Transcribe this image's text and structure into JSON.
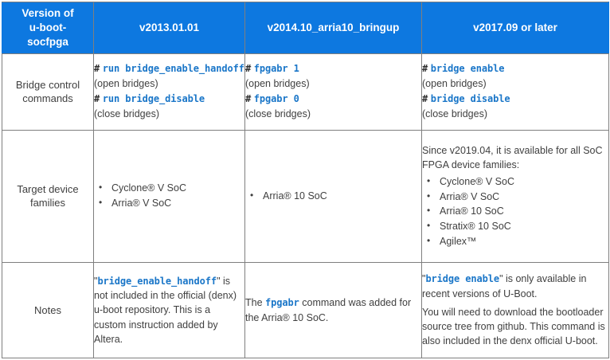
{
  "table": {
    "header": {
      "row_label_lines": [
        "Version of",
        "u-boot-",
        "socfpga"
      ],
      "columns": [
        "v2013.01.01",
        "v2014.10_arria10_bringup",
        "v2017.09 or later"
      ],
      "background_color": "#0d78e0",
      "text_color": "#ffffff"
    },
    "rows": [
      {
        "label": "Bridge control commands",
        "cells": {
          "v2013": {
            "open_prompt": "#",
            "open_cmd": "run bridge_enable_handoff",
            "open_caption": "(open bridges)",
            "close_prompt": "#",
            "close_cmd": "run bridge_disable",
            "close_caption": "(close bridges)"
          },
          "v2014": {
            "open_prompt": "#",
            "open_cmd": "fpgabr 1",
            "open_caption": "(open bridges)",
            "close_prompt": "#",
            "close_cmd": "fpgabr 0",
            "close_caption": "(close bridges)"
          },
          "v2017": {
            "open_prompt": "#",
            "open_cmd": "bridge enable",
            "open_caption": "(open bridges)",
            "close_prompt": "#",
            "close_cmd": "bridge disable",
            "close_caption": "(close bridges)"
          }
        }
      },
      {
        "label": "Target device families",
        "cells": {
          "v2013": {
            "items": [
              "Cyclone® V SoC",
              "Arria® V SoC"
            ]
          },
          "v2014": {
            "items": [
              "Arria® 10 SoC"
            ]
          },
          "v2017": {
            "intro": "Since v2019.04, it is available for all SoC FPGA device families:",
            "items": [
              "Cyclone® V SoC",
              "Arria® V SoC",
              "Arria® 10 SoC",
              "Stratix® 10 SoC",
              "Agilex™"
            ]
          }
        }
      },
      {
        "label": "Notes",
        "cells": {
          "v2013": {
            "quote_open": "\"",
            "code": "bridge_enable_handoff",
            "quote_close": "\"",
            "text": " is not included in the official (denx) u-boot repository. This is a custom instruction added by Altera."
          },
          "v2014": {
            "text_before": "The ",
            "code": "fpgabr",
            "text_after": " command was added for the Arria® 10 SoC."
          },
          "v2017": {
            "quote_open": "\"",
            "code": "bridge enable",
            "quote_close": "\"",
            "text_after": " is only available in recent versions of U-Boot.",
            "paragraph2": "You will need to download the bootloader source tree from github. This command is also included in the denx official U-boot."
          }
        }
      }
    ]
  },
  "colors": {
    "header_blue": "#0d78e0",
    "code_blue": "#1a76c8",
    "border_gray": "#7f7f7f",
    "body_text": "#3f3f3f"
  }
}
